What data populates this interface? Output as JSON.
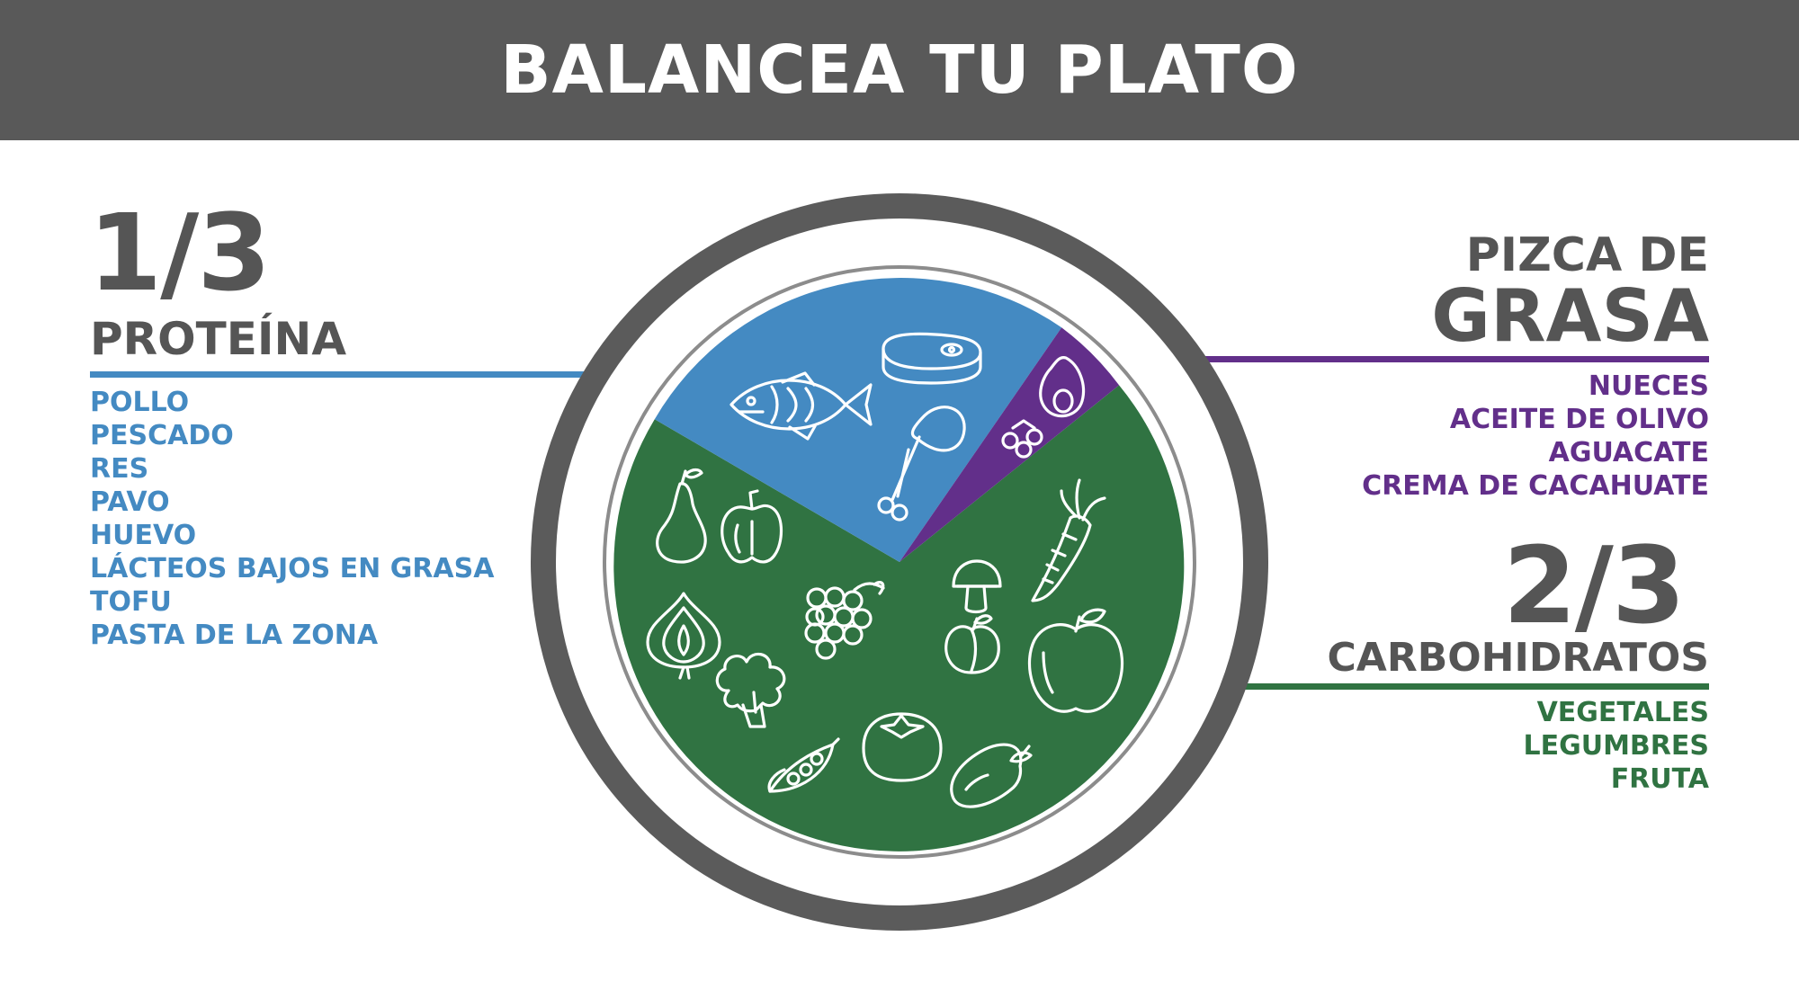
{
  "header": {
    "title": "BALANCEA TU PLATO"
  },
  "protein": {
    "fraction": "1/3",
    "label": "PROTEÍNA",
    "items": [
      "POLLO",
      "PESCADO",
      "RES",
      "PAVO",
      "HUEVO",
      "LÁCTEOS BAJOS EN GRASA",
      "TOFU",
      "PASTA DE LA ZONA"
    ]
  },
  "fat": {
    "line1": "PIZCA DE",
    "line2": "GRASA",
    "items": [
      "NUECES",
      "ACEITE DE OLIVO",
      "AGUACATE",
      "CREMA DE CACAHUATE"
    ]
  },
  "carbs": {
    "fraction": "2/3",
    "label": "CARBOHIDRATOS",
    "items": [
      "VEGETALES",
      "LEGUMBRES",
      "FRUTA"
    ]
  },
  "colors": {
    "header_bg": "#595959",
    "title_gray": "#555555",
    "protein": "#448ac2",
    "fat": "#622f8a",
    "carbs": "#307342",
    "plate_rim": "#5b5b5b"
  },
  "icons": {
    "protein": [
      "fish-icon",
      "steak-icon",
      "chicken-leg-icon"
    ],
    "fat": [
      "avocado-icon",
      "olives-icon"
    ],
    "carbs": [
      "pear-icon",
      "bell-pepper-icon",
      "grapes-icon",
      "onion-icon",
      "broccoli-icon",
      "pea-pod-icon",
      "tomato-icon",
      "mushroom-icon",
      "carrot-icon",
      "peach-icon",
      "apple-icon",
      "eggplant-icon"
    ]
  }
}
